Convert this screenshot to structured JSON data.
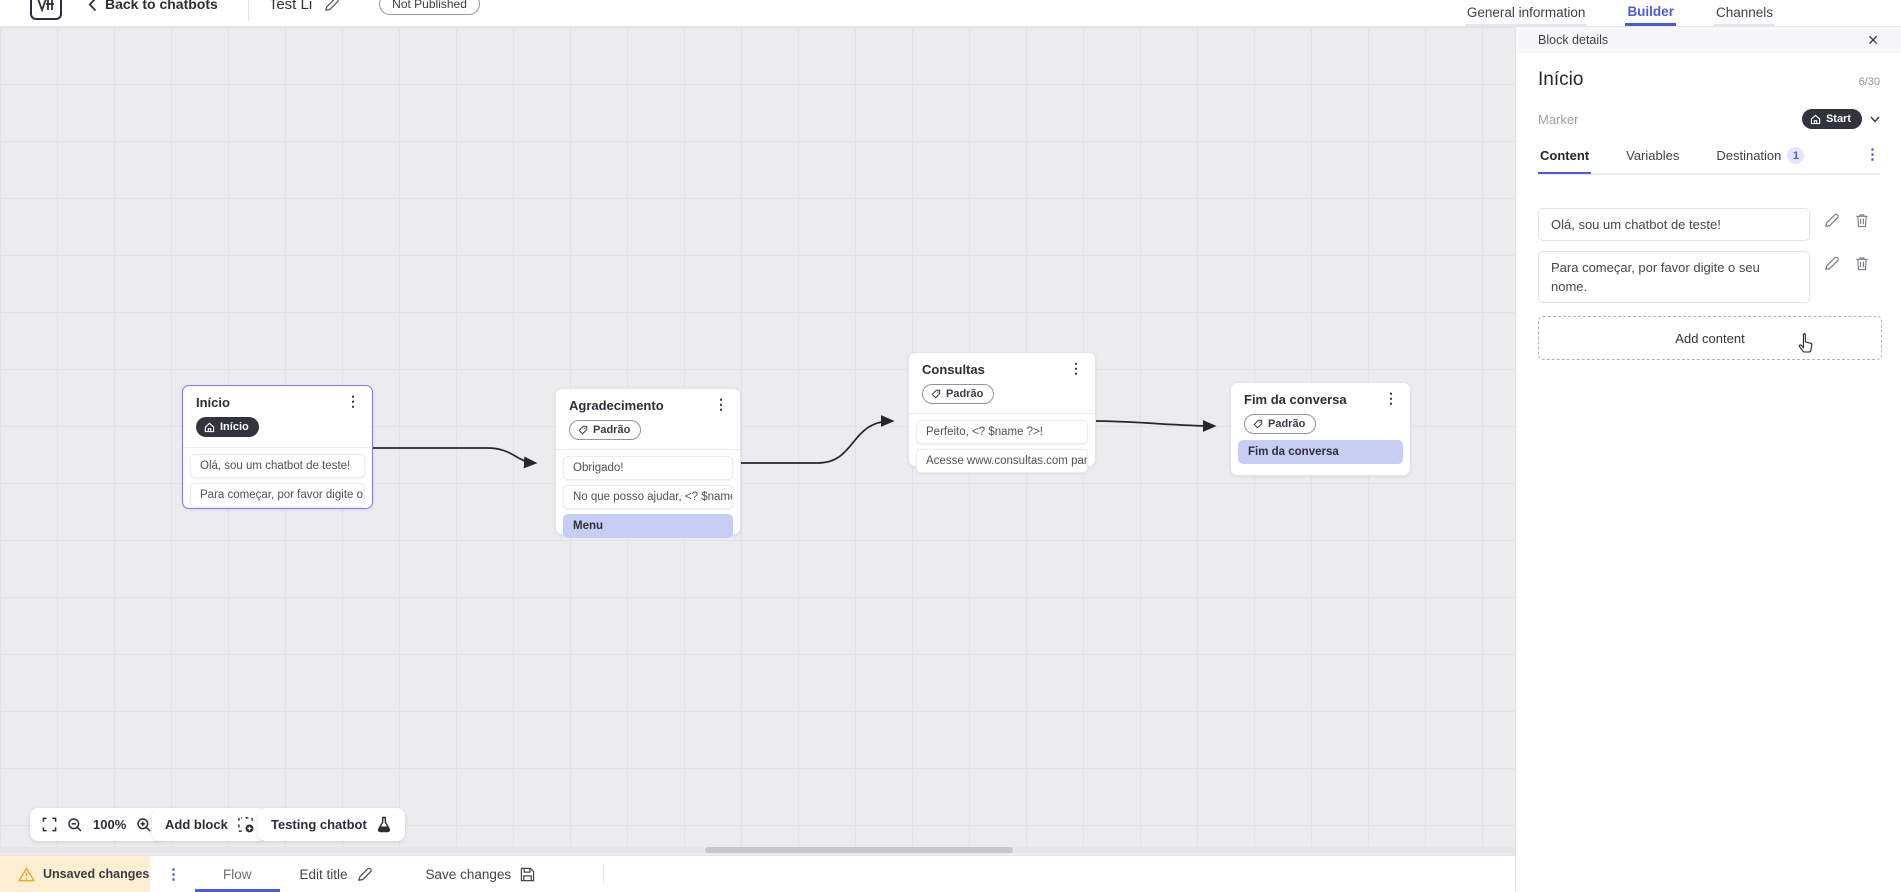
{
  "header": {
    "back_label": "Back to chatbots",
    "bot_title": "Test Li",
    "status_badge": "Not Published",
    "tabs": {
      "general": "General information",
      "builder": "Builder",
      "channels": "Channels"
    }
  },
  "panel": {
    "bar_title": "Block details",
    "block_name": "Início",
    "char_counter": "6/30",
    "marker_label": "Marker",
    "marker_value": "Start",
    "tabs": {
      "content": "Content",
      "variables": "Variables",
      "destination": "Destination",
      "destination_badge": "1"
    },
    "messages": [
      {
        "text": "Olá, sou um chatbot de teste!"
      },
      {
        "text": "Para começar, por favor digite o seu nome."
      }
    ],
    "add_content_label": "Add content"
  },
  "canvas": {
    "blocks": [
      {
        "title": "Início",
        "marker": "Início",
        "items": [
          {
            "text": "Olá, sou um chatbot de teste!"
          },
          {
            "text": "Para começar, por favor digite o ..."
          }
        ]
      },
      {
        "title": "Agradecimento",
        "marker": "Padrão",
        "items": [
          {
            "text": "Obrigado!"
          },
          {
            "text": "No que posso ajudar, <? $name ..."
          },
          {
            "text": "Menu"
          }
        ]
      },
      {
        "title": "Consultas",
        "marker": "Padrão",
        "items": [
          {
            "text": "Perfeito, <? $name ?>!"
          },
          {
            "text": "Acesse www.consultas.com par..."
          }
        ]
      },
      {
        "title": "Fim da conversa",
        "marker": "Padrão",
        "items": [
          {
            "text": "Fim da conversa"
          }
        ]
      }
    ],
    "controls": {
      "zoom_level": "100%",
      "add_block_label": "Add block",
      "testing_label": "Testing chatbot"
    }
  },
  "footer": {
    "unsaved_label": "Unsaved changes",
    "flow_tab": "Flow",
    "edit_title_label": "Edit title",
    "save_label": "Save changes"
  }
}
